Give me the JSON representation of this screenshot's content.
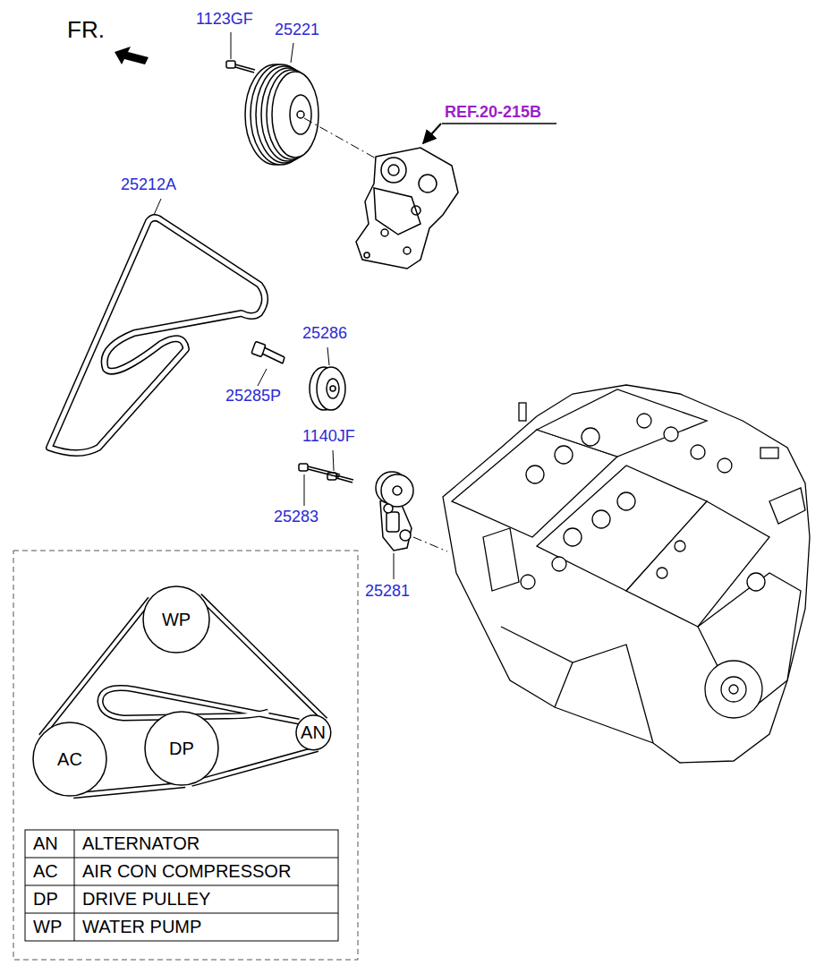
{
  "diagram": {
    "nodes": [
      {
        "text": [
          "WP"
        ]
      },
      {
        "text": [
          "AN"
        ]
      },
      {
        "text": [
          "DP"
        ]
      },
      {
        "text": [
          "AC"
        ]
      }
    ],
    "edges": [
      {
        "from": 0,
        "to": 3,
        "arrow": "none"
      },
      {
        "from": 3,
        "to": 2,
        "arrow": "none"
      },
      {
        "from": 2,
        "to": 1,
        "arrow": "none"
      },
      {
        "from": 1,
        "to": 0,
        "arrow": "none"
      }
    ],
    "labels": [
      "FR.",
      "1123GF",
      "25221",
      "REF.20-215B",
      "25212A",
      "25286",
      "25285P",
      "1140JF",
      "25283",
      "25281",
      "AN",
      "ALTERNATOR",
      "AC",
      "AIR CON COMPRESSOR",
      "DP",
      "DRIVE PULLEY",
      "WP",
      "WATER PUMP"
    ]
  }
}
